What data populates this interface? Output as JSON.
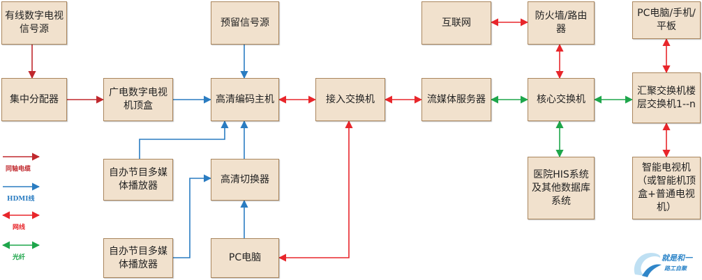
{
  "nodes": {
    "cable_tv_source": "有线数字电视信号源",
    "reserved_source": "预留信号源",
    "internet": "互联网",
    "firewall_router": "防火墙/路由器",
    "pc_phone_tablet": "PC电脑/手机/平板",
    "central_splitter": "集中分配器",
    "stb": "广电数字电视机顶盒",
    "hd_encoder": "高清编码主机",
    "access_switch": "接入交换机",
    "streaming_server": "流媒体服务器",
    "core_switch": "核心交换机",
    "aggregation_switch": "汇聚交换机楼层交换机1--n",
    "media_player_1": "自办节目多媒体播放器",
    "hd_switcher": "高清切换器",
    "his_system": "医院HIS系统及其他数据库系统",
    "smart_tv": "智能电视机（或智能机顶盒+普通电视机）",
    "media_player_2": "自办节目多媒体播放器",
    "pc": "PC电脑"
  },
  "legend": {
    "coax": "同轴电缆",
    "hdmi": "HDMI线",
    "network": "网线",
    "fiber": "光纤"
  },
  "colors": {
    "coax": "#c0282d",
    "hdmi": "#2a7cc1",
    "network": "#e8262b",
    "fiber": "#1ea64b",
    "box_fill": "#f1e1cd",
    "box_border": "#a9855c"
  },
  "watermark": {
    "line1": "就是和一",
    "line2": "路工自聚"
  }
}
